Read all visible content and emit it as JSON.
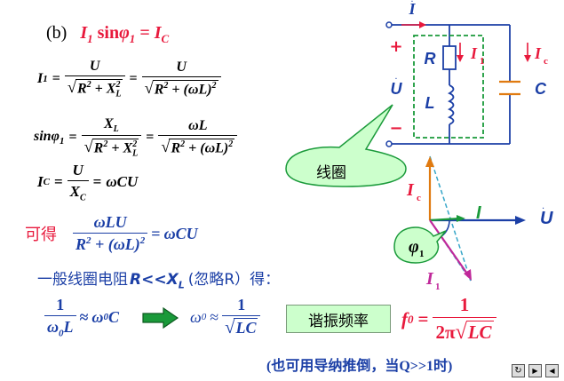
{
  "labels": {
    "part_b": "(b)",
    "ke_de": "可得",
    "approx_text_pre": "一般线圈电阻",
    "approx_cond": "R<<X",
    "approx_cond_sub": "L",
    "approx_text_post": "(忽略R）得：",
    "resonance_box": "谐振频率",
    "coil_callout": "线圈",
    "footer_note": "(也可用导纳推倒，当Q>>1时)"
  },
  "equations": {
    "eq_b_lhs": "I",
    "eq_b_sub1": "1",
    "eq_b_sin": "sin",
    "eq_b_phi": "φ",
    "eq_b_rhs": "I",
    "eq_b_subC": "C",
    "i1_lhs": "I",
    "i1_sub": "1",
    "U": "U",
    "R2": "R",
    "XL": "X",
    "wL": "ωL",
    "sinphi": "sinφ",
    "XL_num": "X",
    "wL_num": "ωL",
    "ic_lhs": "I",
    "ic_sub": "C",
    "ic_num": "U",
    "ic_den": "X",
    "ic_den_sub": "C",
    "ic_rhs": "ωCU",
    "kd_num": "ωLU",
    "kd_rhs": "ωCU",
    "r1_num": "1",
    "r1_den": "ω",
    "r1_den_sub": "0",
    "r1_den_L": "L",
    "r1_rhs": "ω",
    "r1_rhs_sub": "0",
    "r1_rhs_C": "C",
    "w0": "ω",
    "w0_sub": "0",
    "w0_num": "1",
    "w0_den": "LC",
    "f0": "f",
    "f0_sub": "0",
    "f0_num": "1",
    "f0_den": "2π",
    "f0_den_rad": "LC"
  },
  "circuit": {
    "I_label": "I",
    "plus": "+",
    "minus": "−",
    "U_label": "U",
    "R_label": "R",
    "L_label": "L",
    "I1_label": "I",
    "I1_sub": "1",
    "Ic_label": "I",
    "Ic_sub": "c",
    "C_label": "C"
  },
  "phasor": {
    "Ic_label": "I",
    "Ic_sub": "c",
    "I_label": "I",
    "U_label": "U",
    "phi_label": "φ",
    "phi_sub": "1",
    "I1_label": "I",
    "I1_sub": "1"
  },
  "colors": {
    "red": "#e8193c",
    "blue": "#1b3fa6",
    "green": "#1a9a3a",
    "magenta": "#c0289a",
    "orange": "#e07a10",
    "cyan": "#36a6c8",
    "callout_fill": "#ccffcc",
    "box_fill": "#ccffcc"
  },
  "nav": {
    "buttons": [
      "replay-icon",
      "prev-icon",
      "back-icon"
    ]
  }
}
